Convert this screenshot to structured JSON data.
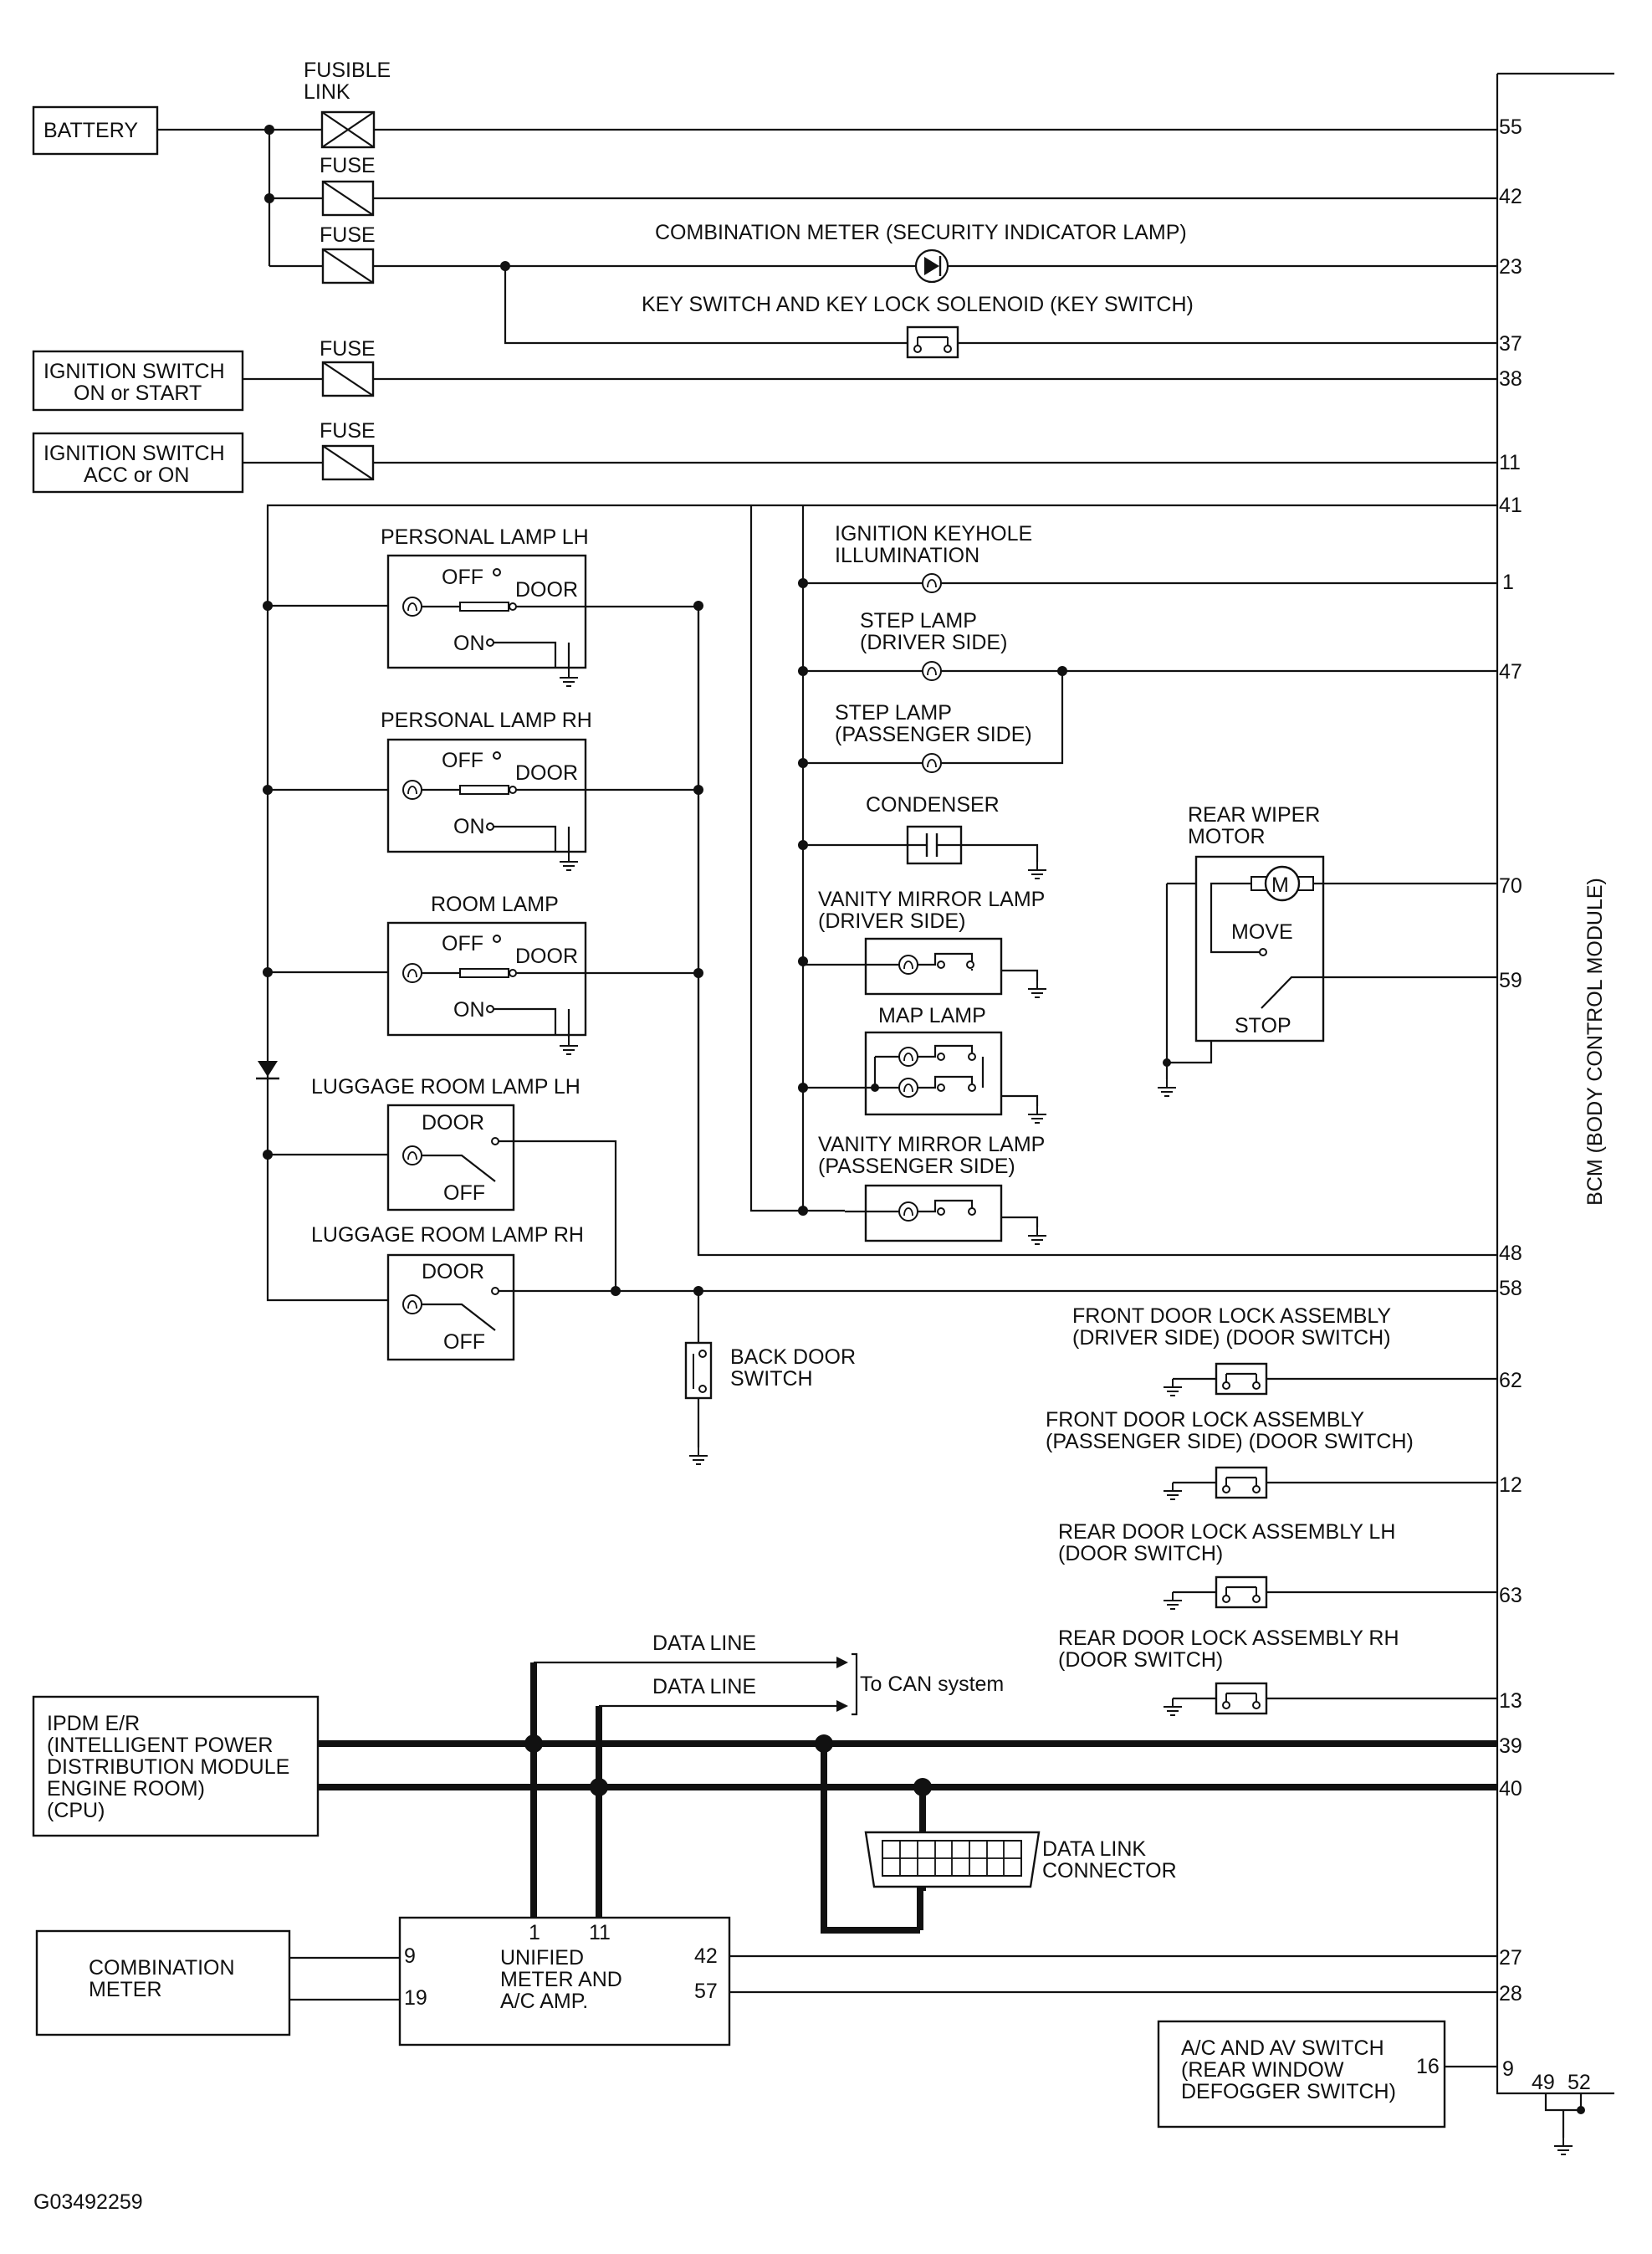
{
  "bcm": {
    "label": "BCM (BODY CONTROL MODULE)",
    "pins": [
      "55",
      "42",
      "23",
      "37",
      "38",
      "11",
      "41",
      "1",
      "47",
      "70",
      "59",
      "48",
      "58",
      "62",
      "12",
      "63",
      "13",
      "39",
      "40",
      "27",
      "28",
      "9",
      "49",
      "52"
    ]
  },
  "power": {
    "battery": "BATTERY",
    "fusible_link": [
      "FUSIBLE",
      "LINK"
    ],
    "fuse": "FUSE",
    "ign_on_start": [
      "IGNITION SWITCH",
      "ON or START"
    ],
    "ign_acc_on": [
      "IGNITION SWITCH",
      "ACC or ON"
    ],
    "combination_meter_lamp": "COMBINATION METER (SECURITY INDICATOR LAMP)",
    "key_switch": "KEY SWITCH AND KEY LOCK SOLENOID (KEY SWITCH)"
  },
  "lamps": {
    "personal_lh": "PERSONAL LAMP LH",
    "personal_rh": "PERSONAL LAMP RH",
    "room": "ROOM LAMP",
    "off": "OFF",
    "on": "ON",
    "door": "DOOR",
    "luggage_lh": "LUGGAGE ROOM LAMP LH",
    "luggage_rh": "LUGGAGE ROOM LAMP RH",
    "back_door_switch": [
      "BACK DOOR",
      "SWITCH"
    ]
  },
  "right_lamps": {
    "keyhole": [
      "IGNITION KEYHOLE",
      "ILLUMINATION"
    ],
    "step_driver": [
      "STEP LAMP",
      "(DRIVER SIDE)"
    ],
    "step_passenger": [
      "STEP LAMP",
      "(PASSENGER SIDE)"
    ],
    "condenser": "CONDENSER",
    "vanity_driver": [
      "VANITY MIRROR LAMP",
      "(DRIVER SIDE)"
    ],
    "map": "MAP LAMP",
    "vanity_passenger": [
      "VANITY MIRROR LAMP",
      "(PASSENGER SIDE)"
    ]
  },
  "wiper": {
    "title": [
      "REAR WIPER",
      "MOTOR"
    ],
    "move": "MOVE",
    "stop": "STOP",
    "motor_symbol": "M"
  },
  "door_switches": {
    "front_driver": [
      "FRONT DOOR LOCK ASSEMBLY",
      "(DRIVER SIDE) (DOOR SWITCH)"
    ],
    "front_passenger": [
      "FRONT DOOR LOCK ASSEMBLY",
      "(PASSENGER SIDE) (DOOR SWITCH)"
    ],
    "rear_lh": [
      "REAR DOOR  LOCK ASSEMBLY LH",
      "(DOOR SWITCH)"
    ],
    "rear_rh": [
      "REAR DOOR LOCK ASSEMBLY RH",
      "(DOOR SWITCH)"
    ]
  },
  "can": {
    "data_line": "DATA LINE",
    "to_can": "To CAN system",
    "ipdm": [
      "IPDM E/R",
      "(INTELLIGENT POWER",
      " DISTRIBUTION MODULE",
      " ENGINE ROOM)",
      "(CPU)"
    ],
    "dlc": [
      "DATA LINK",
      "CONNECTOR"
    ],
    "combination_meter": [
      "COMBINATION",
      "METER"
    ],
    "unified": [
      "UNIFIED",
      "METER AND",
      "A/C AMP."
    ],
    "unified_pins": {
      "p1": "1",
      "p11": "11",
      "p9": "9",
      "p19": "19",
      "p42": "42",
      "p57": "57"
    },
    "ac_switch": [
      "A/C AND AV SWITCH",
      "(REAR WINDOW",
      " DEFOGGER SWITCH)"
    ],
    "ac_pin": "16"
  },
  "figure_id": "G03492259"
}
